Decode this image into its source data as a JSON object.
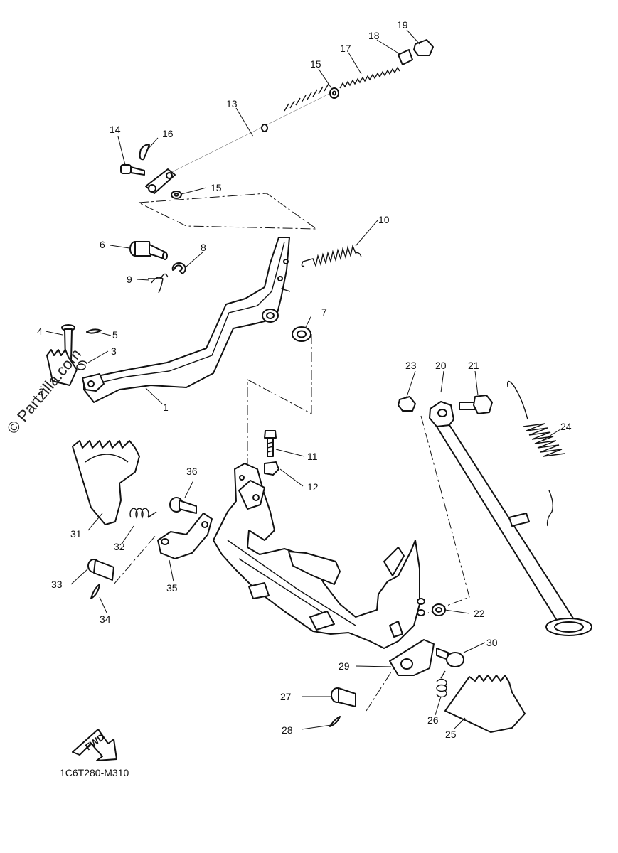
{
  "diagram": {
    "code": "1C6T280-M310",
    "watermark": "© Partzilla.com",
    "fwd_label": "FWD",
    "callouts": [
      {
        "id": "c1",
        "text": "1"
      },
      {
        "id": "c3",
        "text": "3"
      },
      {
        "id": "c3b",
        "text": "3"
      },
      {
        "id": "c4",
        "text": "4"
      },
      {
        "id": "c5",
        "text": "5"
      },
      {
        "id": "c6",
        "text": "6"
      },
      {
        "id": "c7",
        "text": "7"
      },
      {
        "id": "c8",
        "text": "8"
      },
      {
        "id": "c9",
        "text": "9"
      },
      {
        "id": "c10",
        "text": "10"
      },
      {
        "id": "c11",
        "text": "11"
      },
      {
        "id": "c12",
        "text": "12"
      },
      {
        "id": "c13",
        "text": "13"
      },
      {
        "id": "c14",
        "text": "14"
      },
      {
        "id": "c15a",
        "text": "15"
      },
      {
        "id": "c15b",
        "text": "15"
      },
      {
        "id": "c16",
        "text": "16"
      },
      {
        "id": "c17",
        "text": "17"
      },
      {
        "id": "c18",
        "text": "18"
      },
      {
        "id": "c19",
        "text": "19"
      },
      {
        "id": "c20",
        "text": "20"
      },
      {
        "id": "c21",
        "text": "21"
      },
      {
        "id": "c22",
        "text": "22"
      },
      {
        "id": "c23",
        "text": "23"
      },
      {
        "id": "c24",
        "text": "24"
      },
      {
        "id": "c25",
        "text": "25"
      },
      {
        "id": "c26",
        "text": "26"
      },
      {
        "id": "c27",
        "text": "27"
      },
      {
        "id": "c28",
        "text": "28"
      },
      {
        "id": "c29",
        "text": "29"
      },
      {
        "id": "c30",
        "text": "30"
      },
      {
        "id": "c31",
        "text": "31"
      },
      {
        "id": "c32",
        "text": "32"
      },
      {
        "id": "c33",
        "text": "33"
      },
      {
        "id": "c34",
        "text": "34"
      },
      {
        "id": "c35",
        "text": "35"
      },
      {
        "id": "c36",
        "text": "36"
      }
    ]
  }
}
